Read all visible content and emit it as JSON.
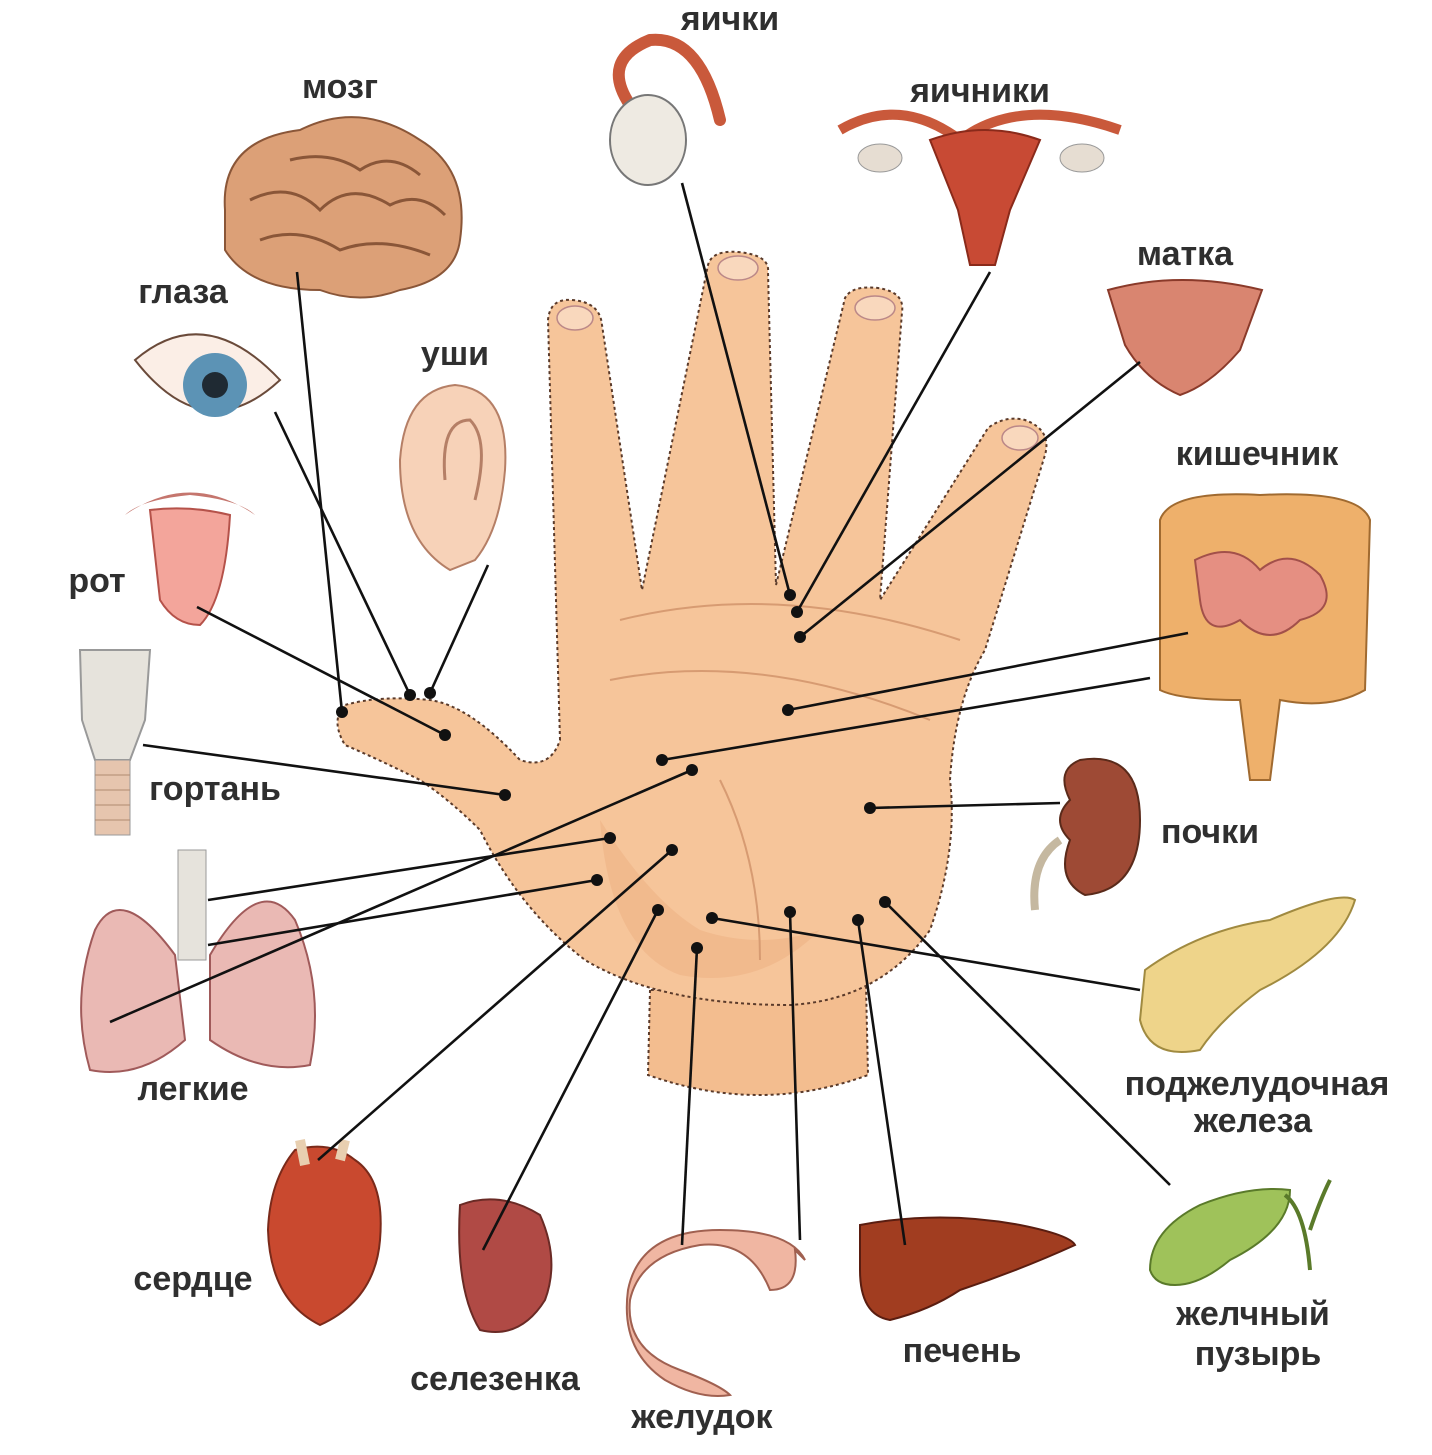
{
  "labels": {
    "testes": "яички",
    "brain": "мозг",
    "ovaries": "яичники",
    "uterus": "матка",
    "eyes": "глаза",
    "ears": "уши",
    "intestine": "кишечник",
    "mouth": "рот",
    "larynx": "гортань",
    "kidneys": "почки",
    "lungs": "легкие",
    "pancreas_line1": "поджелудочная",
    "pancreas_line2": "железа",
    "heart": "сердце",
    "spleen": "селезенка",
    "stomach": "желудок",
    "liver": "печень",
    "gallbladder_line1": "желчный",
    "gallbladder_line2": "пузырь"
  },
  "colors": {
    "skin": "#f6c59a",
    "skin_shadow": "#e9a878",
    "organ_red": "#b5452d",
    "brain": "#dca077",
    "lung": "#eab9b4",
    "intestine": "#eeb06b",
    "pancreas": "#eed48a",
    "gallbladder": "#9fc25a",
    "eye_iris": "#5c93b5",
    "liver": "#a13d20",
    "stomach": "#f0b6a2",
    "line": "#111111",
    "text": "#2f2f2f"
  }
}
